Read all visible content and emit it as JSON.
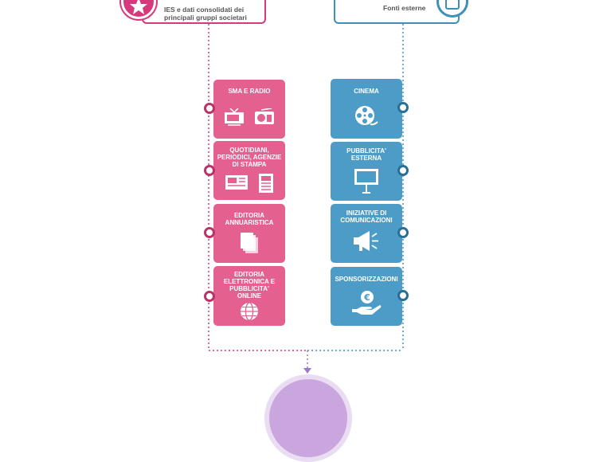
{
  "sources": {
    "left_text": [
      "IES e dati consolidati dei",
      "principali gruppi societari"
    ],
    "right_text": "Fonti esterne"
  },
  "pink_tiles": [
    {
      "label": "SMA E RADIO",
      "icons": [
        "tv-icon",
        "radio-icon"
      ]
    },
    {
      "label": "QUOTIDIANI, PERIODICI, AGENZIE DI STAMPA",
      "icons": [
        "newspaper-icon",
        "magazine-icon"
      ]
    },
    {
      "label": "EDITORIA ANNUARISTICA",
      "icons": [
        "books-icon"
      ]
    },
    {
      "label": "EDITORIA ELETTRONICA E PUBBLICITA' ONLINE",
      "icons": [
        "globe-icon"
      ]
    }
  ],
  "blue_tiles": [
    {
      "label": "CINEMA",
      "icons": [
        "film-reel-icon"
      ]
    },
    {
      "label": "PUBBLICITA' ESTERNA",
      "icons": [
        "billboard-icon"
      ]
    },
    {
      "label": "INIZIATIVE DI COMUNICAZIONI",
      "icons": [
        "megaphone-icon"
      ]
    },
    {
      "label": "SPONSORIZZAZIONI",
      "icons": [
        "euro-hand-icon"
      ]
    }
  ],
  "colors": {
    "pink": "#e4608f",
    "pink_dark": "#d63a7c",
    "blue": "#4d9cc8",
    "blue_dark": "#3d90b9",
    "purple": "#c9a6dd"
  }
}
